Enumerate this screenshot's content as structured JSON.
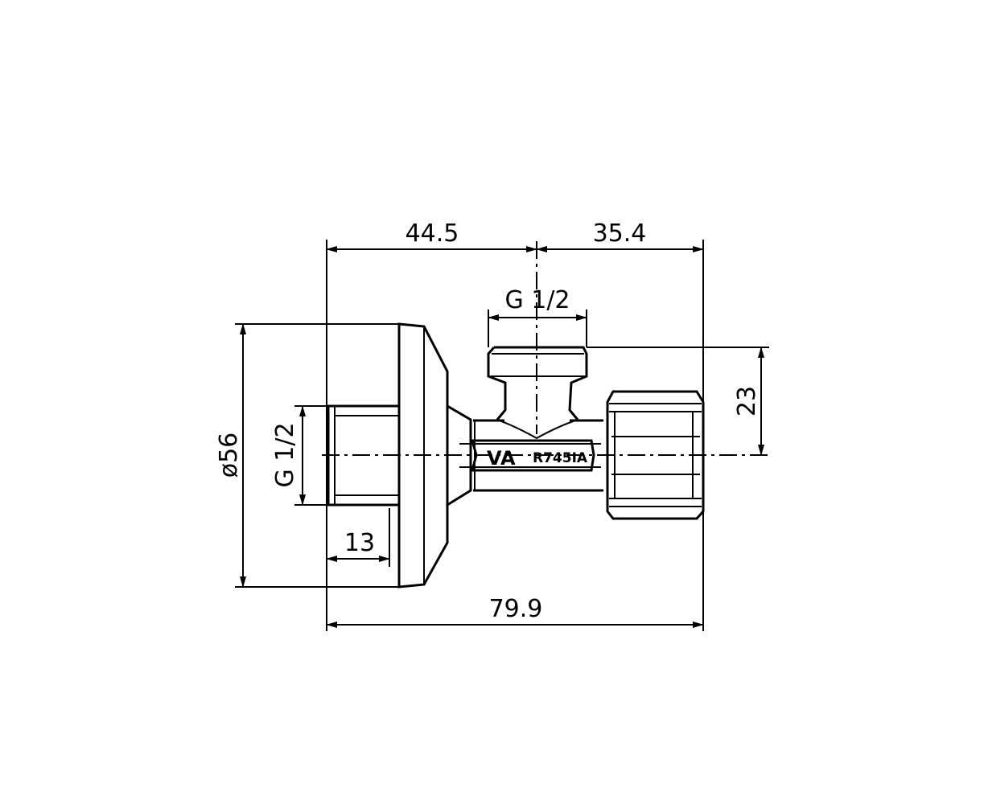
{
  "drawing": {
    "dimensions": {
      "left_length": "44.5",
      "right_length": "35.4",
      "top_thread": "G 1/2",
      "height_outlet": "23",
      "rosette_diameter": "ø56",
      "inlet_thread": "G 1/2",
      "thread_length": "13",
      "overall_length": "79.9"
    },
    "body_marking": {
      "brand": "VA",
      "code": "R745IA"
    }
  }
}
